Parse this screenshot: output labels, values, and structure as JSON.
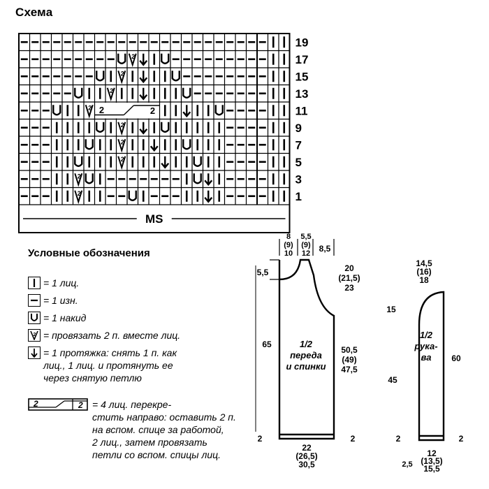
{
  "title": "Схема",
  "grid": {
    "row_numbers": [
      "19",
      "17",
      "15",
      "13",
      "11",
      "9",
      "7",
      "5",
      "3",
      "1"
    ],
    "ms_label": "MS",
    "rows": [
      [
        "-",
        "-",
        "-",
        "-",
        "-",
        "-",
        "-",
        "-",
        "-",
        "-",
        "-",
        "-",
        "-",
        "-",
        "-",
        "-",
        "-",
        "-",
        "-",
        "-",
        "-",
        "-",
        "-",
        "|",
        "|",
        "-"
      ],
      [
        "-",
        "-",
        "-",
        "-",
        "-",
        "-",
        "-",
        "-",
        "-",
        "U",
        "A",
        "V",
        "|",
        "U",
        "-",
        "-",
        "-",
        "-",
        "-",
        "-",
        "-",
        "-",
        "-",
        "|",
        "|",
        "-"
      ],
      [
        "-",
        "-",
        "-",
        "-",
        "-",
        "-",
        "-",
        "U",
        "|",
        "A",
        "|",
        "V",
        "|",
        "|",
        "U",
        "-",
        "-",
        "-",
        "-",
        "-",
        "-",
        "-",
        "-",
        "|",
        "|",
        "-"
      ],
      [
        "-",
        "-",
        "-",
        "-",
        "-",
        "U",
        "|",
        "|",
        "A",
        "|",
        "|",
        "V",
        "|",
        "|",
        "|",
        "U",
        "-",
        "-",
        "-",
        "-",
        "-",
        "-",
        "-",
        "|",
        "|",
        "-"
      ],
      [
        "-",
        "-",
        "-",
        "U",
        "|",
        "|",
        "A",
        "C",
        "C",
        "C",
        "C",
        "C",
        "C",
        "|",
        "|",
        "V",
        "|",
        "|",
        "U",
        "-",
        "-",
        "-",
        "-",
        "|",
        "|",
        "-"
      ],
      [
        "-",
        "-",
        "-",
        "|",
        "|",
        "|",
        "|",
        "U",
        "|",
        "A",
        "|",
        "V",
        "|",
        "U",
        "|",
        "|",
        "|",
        "|",
        "|",
        "-",
        "-",
        "-",
        "-",
        "|",
        "|",
        "-"
      ],
      [
        "-",
        "-",
        "-",
        "|",
        "|",
        "|",
        "U",
        "|",
        "|",
        "A",
        "|",
        "|",
        "V",
        "|",
        "|",
        "U",
        "|",
        "|",
        "|",
        "-",
        "-",
        "-",
        "-",
        "|",
        "|",
        "-"
      ],
      [
        "-",
        "-",
        "-",
        "|",
        "|",
        "U",
        "|",
        "|",
        "|",
        "A",
        "|",
        "|",
        "|",
        "V",
        "|",
        "|",
        "U",
        "|",
        "|",
        "-",
        "-",
        "-",
        "-",
        "|",
        "|",
        "-"
      ],
      [
        "-",
        "-",
        "-",
        "|",
        "|",
        "A",
        "U",
        "|",
        "-",
        "-",
        "-",
        "-",
        "-",
        "-",
        "-",
        "|",
        "U",
        "V",
        "|",
        "-",
        "-",
        "-",
        "-",
        "|",
        "|",
        "-"
      ],
      [
        "-",
        "-",
        "-",
        "|",
        "|",
        "A",
        "|",
        "|",
        "-",
        "-",
        "U",
        "|",
        "-",
        "-",
        "-",
        "|",
        "|",
        "V",
        "|",
        "-",
        "-",
        "-",
        "-",
        "|",
        "|",
        "-"
      ]
    ]
  },
  "legend": {
    "heading": "Условные обозначения",
    "items": [
      {
        "symbol": "|",
        "text": [
          "= 1 лиц."
        ]
      },
      {
        "symbol": "—",
        "text": [
          "= 1 изн."
        ]
      },
      {
        "symbol": "U",
        "text": [
          "= 1 накид"
        ]
      },
      {
        "symbol": "A",
        "text": [
          "= провязать 2 п. вместе лиц."
        ]
      },
      {
        "symbol": "V",
        "text": [
          "= 1 протяжка: снять 1 п. как",
          "лиц., 1 лиц. и протянуть ее",
          "через снятую петлю"
        ]
      },
      {
        "symbol": "cross",
        "symbol_text": [
          "2",
          "2"
        ],
        "text": [
          "= 4 лиц. перекре-",
          "стить направо: оставить 2 п.",
          "на вспом. спице за работой,",
          "2 лиц., затем провязать",
          "петли со вспом. спицы лиц."
        ]
      }
    ]
  },
  "body_pattern": {
    "label": [
      "1/2",
      "переда",
      "и спинки"
    ],
    "top_dims": {
      "a": [
        "8",
        "(9)",
        "10"
      ],
      "b": [
        "5,5",
        "(9)",
        "12"
      ],
      "c": "8,5"
    },
    "neck_depth": "5,5",
    "armhole": [
      "20",
      "(21,5)",
      "23"
    ],
    "height": "65",
    "side": [
      "50,5",
      "(49)",
      "47,5"
    ],
    "rib": "2",
    "width": [
      "22",
      "(26,5)",
      "30,5"
    ]
  },
  "sleeve_pattern": {
    "label": [
      "1/2",
      "рука-",
      "ва"
    ],
    "top": [
      "14,5",
      "(16)",
      "18"
    ],
    "cap": "15",
    "length": "45",
    "total": "60",
    "rib": "2",
    "width": [
      "12",
      "(13,5)",
      "15,5"
    ],
    "cuff": "2,5"
  }
}
